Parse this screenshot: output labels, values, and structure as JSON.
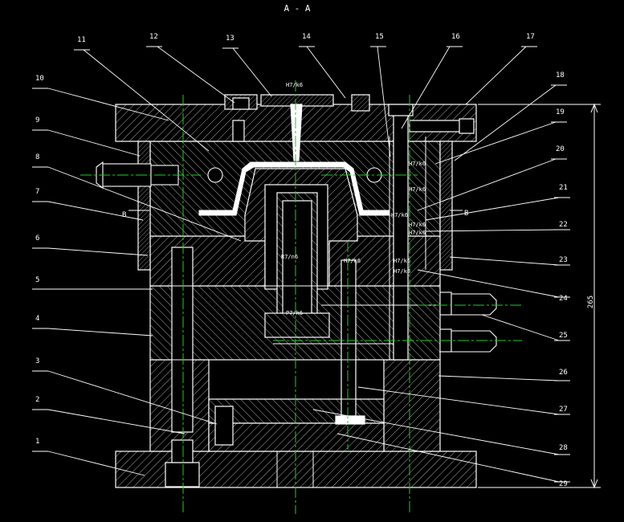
{
  "title": "A - A",
  "colors": {
    "background": "#000000",
    "outline": "#ffffff",
    "hatch": "#cfcfcf",
    "centerline": "#19d219"
  },
  "part_numbers": [
    "1",
    "2",
    "3",
    "4",
    "5",
    "6",
    "7",
    "8",
    "9",
    "10",
    "11",
    "12",
    "13",
    "14",
    "15",
    "16",
    "17",
    "18",
    "19",
    "20",
    "21",
    "22",
    "23",
    "24",
    "25",
    "26",
    "27",
    "28",
    "29"
  ],
  "fits": {
    "top": "H7/k6",
    "a": "H7/k6",
    "b": "H7/k6",
    "c": "H7/k6",
    "d": "H7/k6",
    "e": "H7/k6",
    "f": "H7/k6",
    "g": "H7/k6",
    "h": "H7/k6",
    "core": "P7/h6",
    "inner": "R7/n6"
  },
  "section_marks": {
    "left": "B",
    "right": "B"
  },
  "dimension": "265"
}
